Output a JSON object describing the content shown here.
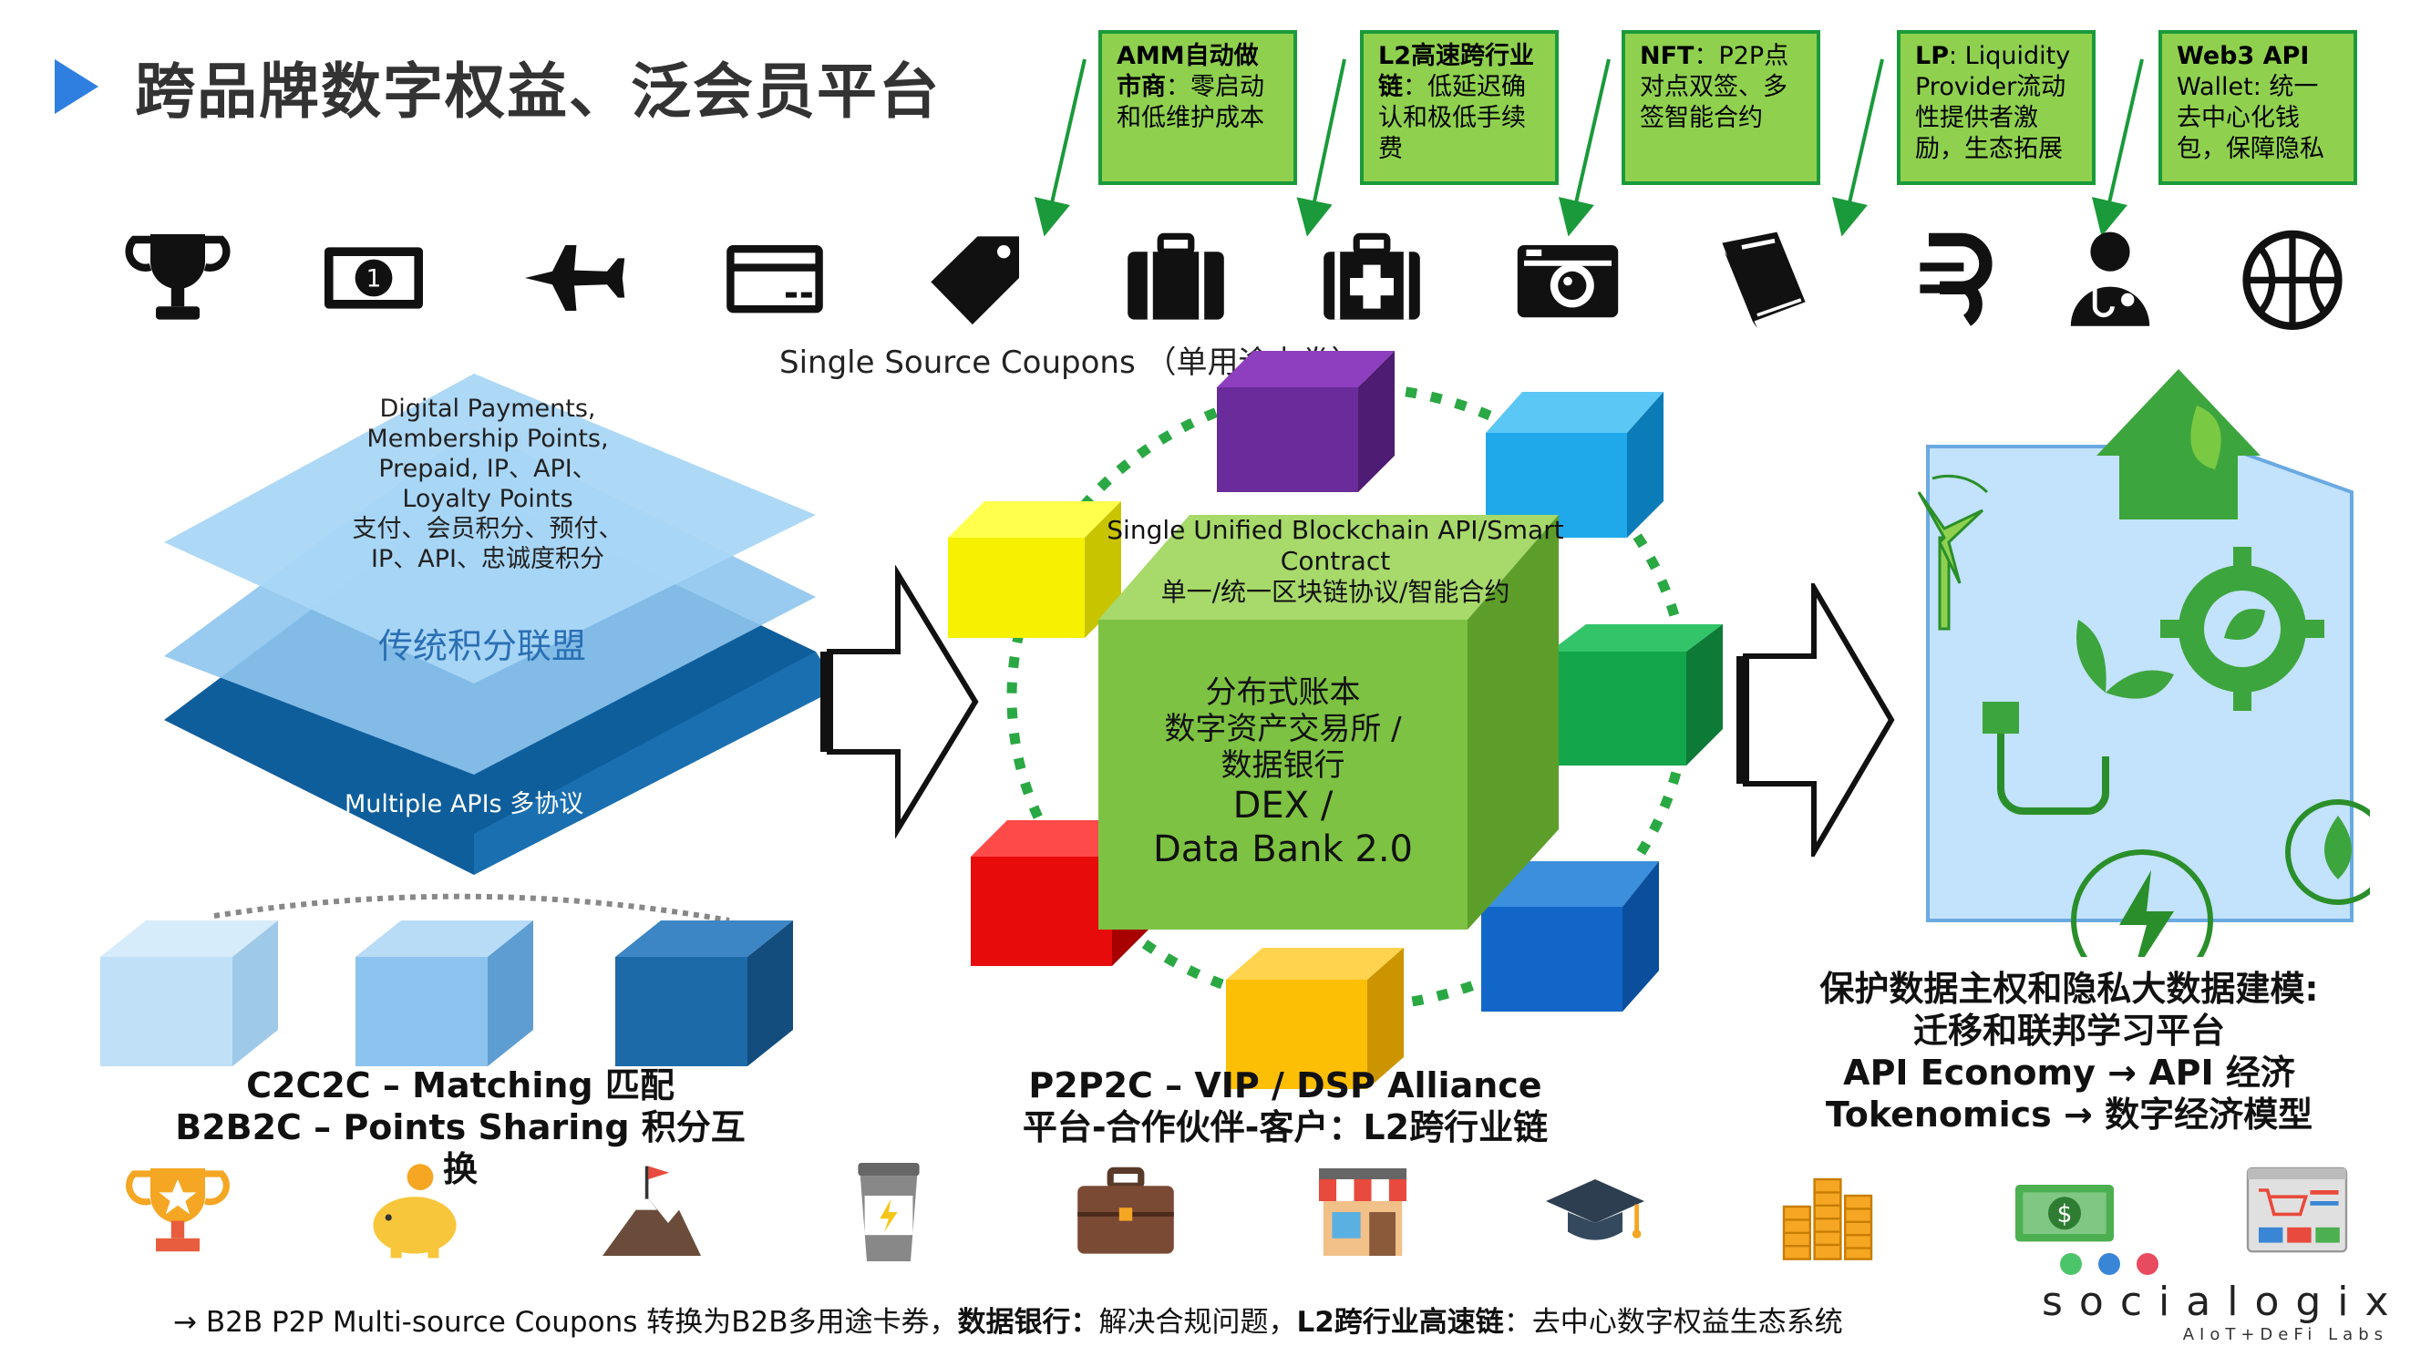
{
  "title": "跨品牌数字权益、泛会员平台",
  "feature_boxes": [
    {
      "bold": "AMM自动做市商",
      "text": "：零启动和低维护成本"
    },
    {
      "bold": "L2高速跨行业链",
      "text": "：低延迟确认和极低手续费"
    },
    {
      "bold": "NFT",
      "text": "：P2P点对点双签、多签智能合约"
    },
    {
      "bold": "LP",
      "text": ": Liquidity Provider流动性提供者激励，生态拓展"
    },
    {
      "bold": "Web3 API",
      "text": " Wallet: 统一去中心化钱包，保障隐私"
    }
  ],
  "top_icons": [
    "trophy-icon",
    "banknote-icon",
    "fighter-jet-icon",
    "credit-card-icon",
    "tag-icon",
    "briefcase-icon",
    "medical-kit-icon",
    "camera-icon",
    "book-icon",
    "currency-symbol-icon",
    "doctor-icon",
    "basketball-icon"
  ],
  "single_source_label": "Single Source Coupons （单用途卡券）",
  "left_stack": {
    "top_layer_lines": [
      "Digital Payments,",
      "Membership Points,",
      "Prepaid, IP、API、",
      "Loyalty Points",
      "支付、会员积分、预付、",
      "IP、API、忠诚度积分"
    ],
    "middle_layer": "传统积分联盟",
    "bottom_layer": "Multiple APIs 多协议"
  },
  "left_caption": [
    "C2C2C – Matching 匹配",
    "B2B2C – Points Sharing 积分互换"
  ],
  "center": {
    "api_line1": "Single Unified Blockchain API/Smart Contract",
    "api_line2": "单一/统一区块链协议/智能合约",
    "cube_lines": [
      "分布式账本",
      "数字资产交易所 /",
      "数据银行"
    ],
    "cube_big_lines": [
      "DEX /",
      "Data Bank 2.0"
    ]
  },
  "center_caption": [
    "P2P2C – VIP / DSP Alliance",
    "平台-合作伙伴-客户：L2跨行业链"
  ],
  "right_caption": [
    "保护数据主权和隐私大数据建模:",
    "迁移和联邦学习平台",
    "API Economy → API 经济",
    "Tokenomics → 数字经济模型"
  ],
  "bottom_icons": [
    "trophy-star-icon",
    "piggy-bank-icon",
    "mountain-flag-icon",
    "coffee-cup-icon",
    "briefcase-icon",
    "storefront-icon",
    "graduation-cap-icon",
    "coin-stacks-icon",
    "dollar-bill-icon",
    "shopping-cart-screen-icon"
  ],
  "footer": {
    "prefix": "→ B2B P2P Multi-source Coupons 转换为B2B多用途卡券，",
    "bold1": "数据银行：",
    "mid": "解决合规问题，",
    "bold2": "L2跨行业高速链",
    "suffix": "：去中心数字权益生态系统"
  },
  "logo": {
    "name": "socialogix",
    "tagline": "AIoT+DeFi Labs",
    "dot_colors": [
      "#4cc46a",
      "#3a86d6",
      "#e84a5f"
    ]
  },
  "colors": {
    "accent_blue": "#2f7fe0",
    "box_green": "#8fd14f",
    "box_border": "#1a9a3a",
    "cube_green": "#7dc242"
  }
}
